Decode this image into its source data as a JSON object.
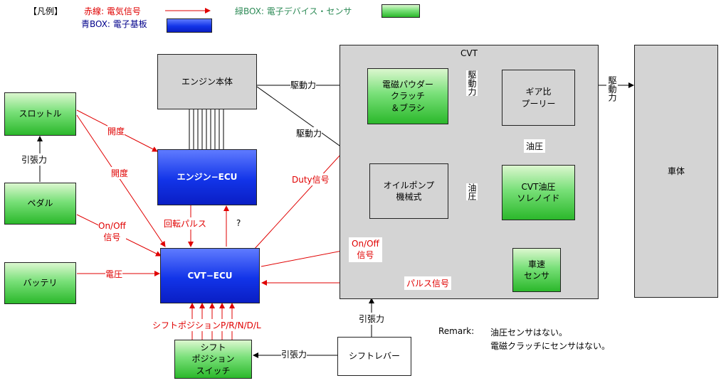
{
  "legend": {
    "title": "【凡例】",
    "red_line": "赤線: 電気信号",
    "green_box": "緑BOX: 電子デバイス・センサ",
    "blue_box": "青BOX: 電子基板",
    "colors": {
      "red": "#e00000",
      "green_text": "#2e8b57",
      "blue_text": "#00008b"
    }
  },
  "cvt": {
    "title": "CVT"
  },
  "boxes": {
    "engine_body": "エンジン本体",
    "engine_ecu": "エンジン−ECU",
    "cvt_ecu": "CVT−ECU",
    "throttle": "スロットル",
    "pedal": "ペダル",
    "battery": "バッテリ",
    "shift_switch": "シフト\nポジション\nスイッチ",
    "shift_lever": "シフトレバー",
    "powder_clutch": "電磁パウダー\nクラッチ\n＆ブラシ",
    "gear_ratio": "ギア比\nプーリー",
    "oil_pump": "オイルポンプ\n機械式",
    "cvt_solenoid": "CVT油圧\nソレノイド",
    "speed_sensor": "車速\nセンサ",
    "vehicle": "車体"
  },
  "labels": {
    "drive_force_1": "駆動力",
    "drive_force_2": "駆動力",
    "drive_force_v1": "駆動力",
    "drive_force_v2": "駆動力",
    "oil_pressure_h": "油圧",
    "oil_pressure_v": "油圧",
    "opening_1": "開度",
    "opening_2": "開度",
    "tension_pedal": "引張力",
    "tension_shift": "引張力",
    "tension_lever": "引張力",
    "onoff_1": "On/Off\n信号",
    "onoff_2": "On/Off\n信号",
    "voltage": "電圧",
    "rotation_pulse": "回転パルス",
    "question": "?",
    "duty": "Duty信号",
    "pulse_signal": "パルス信号",
    "shift_positions": "シフトポジションP/R/N/D/L"
  },
  "remark": {
    "title": "Remark:",
    "line1": "油圧センサはない。",
    "line2": "電磁クラッチにセンサはない。"
  }
}
